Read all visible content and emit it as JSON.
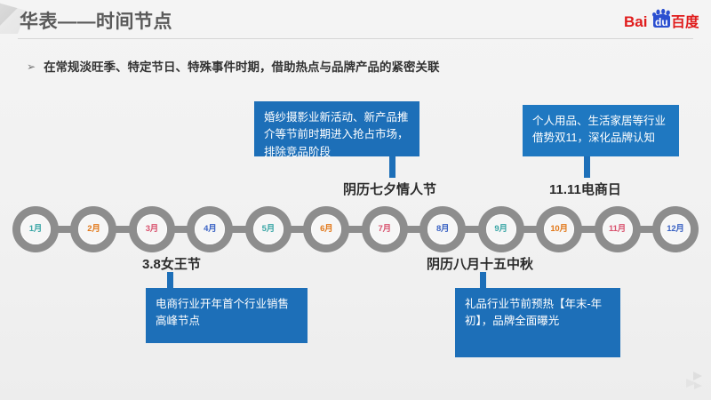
{
  "header": {
    "title": "华表——时间节点",
    "logo_alt": "baidu-logo",
    "logo_text_left": "Bai",
    "logo_text_mid": "du",
    "logo_text_right": "百度"
  },
  "bullet": {
    "marker": "➢",
    "text": "在常规淡旺季、特定节日、特殊事件时期，借助热点与品牌产品的紧密关联"
  },
  "timeline": {
    "nodes": [
      {
        "label": "1月",
        "color": "#3aa6a6"
      },
      {
        "label": "2月",
        "color": "#e2791b"
      },
      {
        "label": "3月",
        "color": "#d9536f"
      },
      {
        "label": "4月",
        "color": "#3b63c4"
      },
      {
        "label": "5月",
        "color": "#3aa6a6"
      },
      {
        "label": "6月",
        "color": "#e2791b"
      },
      {
        "label": "7月",
        "color": "#d9536f"
      },
      {
        "label": "8月",
        "color": "#3b63c4"
      },
      {
        "label": "9月",
        "color": "#3aa6a6"
      },
      {
        "label": "10月",
        "color": "#e2791b"
      },
      {
        "label": "11月",
        "color": "#d9536f"
      },
      {
        "label": "12月",
        "color": "#3b63c4"
      }
    ]
  },
  "events": {
    "above": [
      {
        "label": "阴历七夕情人节",
        "text": "婚纱摄影业新活动、新产品推介等节前时期进入抢占市场，排除竞品阶段"
      },
      {
        "label": "11.11电商日",
        "text": "个人用品、生活家居等行业借势双11，深化品牌认知"
      }
    ],
    "below": [
      {
        "label": "3.8女王节",
        "text": "电商行业开年首个行业销售高峰节点"
      },
      {
        "label": "阴历八月十五中秋",
        "text": "礼品行业节前预热【年末-年初】，品牌全面曝光"
      }
    ]
  },
  "colors": {
    "accent_blue": "#1d6fb8",
    "node_ring": "#8d8d8d",
    "background": "#f2f2f2"
  }
}
